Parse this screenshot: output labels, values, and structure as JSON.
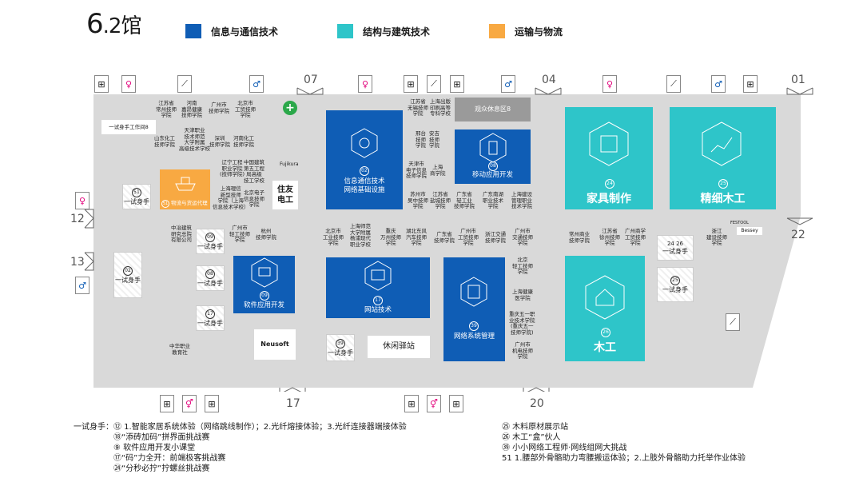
{
  "hall": {
    "num_big": "6",
    "num_small": ".2馆"
  },
  "legend": [
    {
      "label": "信息与通信技术",
      "color": "#0f5db5"
    },
    {
      "label": "结构与建筑技术",
      "color": "#2ec5c9"
    },
    {
      "label": "运输与物流",
      "color": "#f8a942"
    }
  ],
  "doors": {
    "d07": "07",
    "d04": "04",
    "d01": "01",
    "d12": "12",
    "d13": "13",
    "d22": "22",
    "d17": "17",
    "d20": "20"
  },
  "areas": {
    "info_comm": {
      "num": "02",
      "name": "信息通信技术\n网络基础设施"
    },
    "mobile": {
      "num": "08",
      "name": "移动应用开发"
    },
    "software": {
      "num": "09",
      "name": "软件应用开发"
    },
    "web": {
      "num": "17",
      "name": "网站技术"
    },
    "network": {
      "num": "39",
      "name": "网络系统管理"
    },
    "logistics": {
      "num": "51",
      "name": "物流与货运代理"
    },
    "furniture": {
      "num": "24",
      "name": "家具制作"
    },
    "joinery": {
      "num": "25",
      "name": "精细木工"
    },
    "carpentry": {
      "num": "26",
      "name": "木工"
    },
    "rest8": "观众休息区8",
    "rest_station": "休闲驿站",
    "try_workroom": "一试身手工作间8",
    "sumitomo": "住友\n电工",
    "neusoft": "Neusoft",
    "fujikura": "Fujikura",
    "festool": "FESTOOL",
    "bessey": "Bessey"
  },
  "try_boxes": [
    {
      "num": "51",
      "label": "一试身手"
    },
    {
      "num": "02",
      "label": "一试身手"
    },
    {
      "num": "09",
      "label": "一试身手"
    },
    {
      "num": "08",
      "label": "一试身手"
    },
    {
      "num": "17",
      "label": "一试身手"
    },
    {
      "num": "39",
      "label": "一试身手"
    },
    {
      "num": "24 26",
      "label": "一试身手"
    },
    {
      "num": "25",
      "label": "一试身手"
    }
  ],
  "schools": {
    "s1": "江苏省\n常州技师\n学院",
    "s2": "河南\n嘉昂健康\n技师学院",
    "s3": "广州市\n技师学院",
    "s4": "北京市\n工贸技师\n学院",
    "s5": "山东化工\n技师学院",
    "s6": "天津职业\n技术师范\n大学附属\n高级技术学校",
    "s7": "深圳\n技师学院",
    "s8": "河南化工\n技师学院",
    "s9": "辽宁工程\n职业学院\n(技师学院)",
    "s10": "中国建筑\n第五工程\n局高级\n技工学校",
    "s11": "上海理信\n新型技师\n学院（上海\n信息技术学校）",
    "s12": "北京电子\n信息技师\n学院",
    "s13": "江苏省\n无锡技师\n学院",
    "s14": "上海出版\n印刷高等\n专科学校",
    "s15": "邢台\n技师\n学院",
    "s16": "安吉\n技师\n学院",
    "s17": "天津市\n电子信息\n技师学院",
    "s18": "上海\n商学院",
    "s19": "苏州市\n吴中技师\n学院",
    "s20": "江苏省\n盐城技师\n学院",
    "s21": "广东省\n轻工业\n技师学院",
    "s22": "广东南湖\n职业技术\n学院",
    "s23": "上海建设\n管理职业\n技术学院",
    "s24": "中冶建筑\n研究总院\n有限公司",
    "s25": "广州市\n轻工技师\n学院",
    "s26": "杭州\n技师学院",
    "s27": "北京市\n工业技师\n学院",
    "s28": "上海师范\n大学附属\n杨浦现代\n职业学校",
    "s29": "重庆\n万州技师\n学院",
    "s30": "湖北东风\n汽车技师\n学院",
    "s31": "广东省\n技师学院",
    "s32": "广州市\n工贸技师\n学院",
    "s33": "浙江交通\n技师学院",
    "s34": "广州市\n交通技师\n学院",
    "s35": "北京\n轻工技师\n学院",
    "s36": "上海健康\n医学院",
    "s37": "重庆五一职\n业技术学院\n(重庆五一\n技师学院)",
    "s38": "广州市\n机电技师\n学院",
    "s39": "中华职业\n教育社",
    "s40": "常州商业\n技师学院",
    "s41": "江苏省\n徐州技师\n学院",
    "s42": "广州商学\n工贸技师\n学院",
    "s43": "浙江\n建设技师\n学院"
  },
  "notes": {
    "prefix": "一试身手：",
    "left": [
      "⑫ 1.智能家居系统体验（网络跳线制作）；2.光纤熔接体验；3.光纤连接器端接体验",
      "⑱“添砖加码”拼界面挑战赛",
      "⑨ 软件应用开发小课堂",
      "⑰“码”力全开：前端极客挑战赛",
      "㉔“分秒必拧”拧螺丝挑战赛"
    ],
    "right": [
      "㉕ 木料原材展示站",
      "㉖ 木工“盒”伙人",
      "㊴ 小小网络工程师·网线组网大挑战",
      "51 1.腰部外骨骼助力弯腰搬运体验；2.上肢外骨骼助力托举作业体验"
    ]
  }
}
